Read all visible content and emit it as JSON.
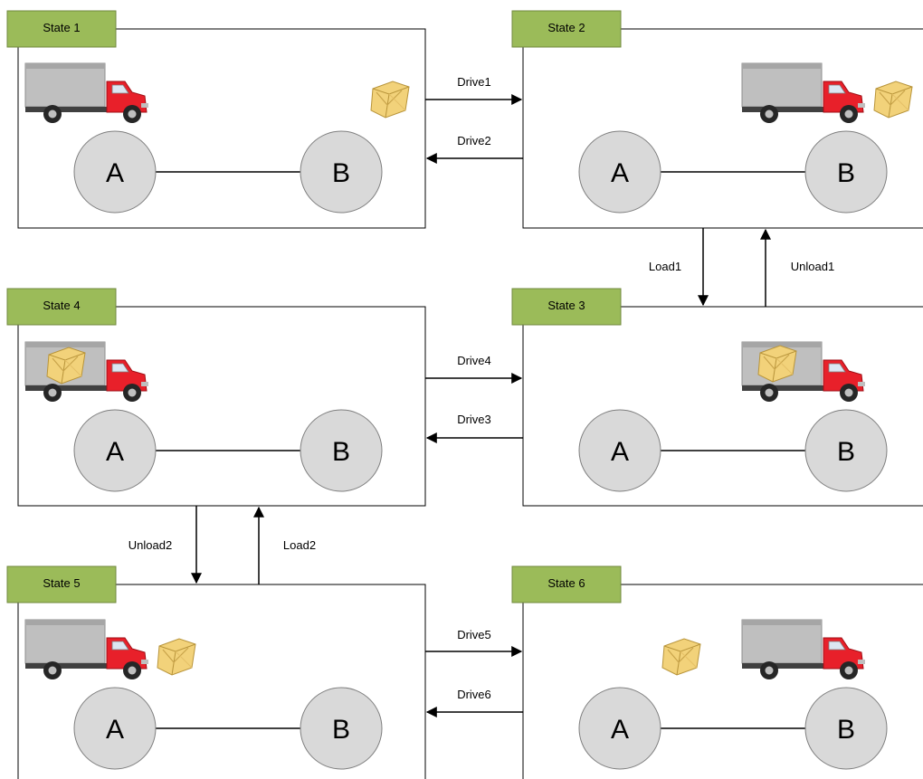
{
  "colors": {
    "tab_fill": "#9BBB59",
    "tab_stroke": "#71893F",
    "node_fill": "#D9D9D9",
    "node_stroke": "#7F7F7F",
    "truck_cab": "#E8202A",
    "truck_box": "#BFBFBF",
    "package": "#F2D27A"
  },
  "states": [
    {
      "label": "State 1",
      "node_a": "A",
      "node_b": "B",
      "truck": "truck-icon",
      "package": "package-icon"
    },
    {
      "label": "State 2",
      "node_a": "A",
      "node_b": "B",
      "truck": "truck-icon",
      "package": "package-icon"
    },
    {
      "label": "State 3",
      "node_a": "A",
      "node_b": "B",
      "truck": "truck-icon",
      "package": "package-icon"
    },
    {
      "label": "State 4",
      "node_a": "A",
      "node_b": "B",
      "truck": "truck-icon",
      "package": "package-icon"
    },
    {
      "label": "State 5",
      "node_a": "A",
      "node_b": "B",
      "truck": "truck-icon",
      "package": "package-icon"
    },
    {
      "label": "State 6",
      "node_a": "A",
      "node_b": "B",
      "truck": "truck-icon",
      "package": "package-icon"
    }
  ],
  "transitions": {
    "drive1": "Drive1",
    "drive2": "Drive2",
    "drive3": "Drive3",
    "drive4": "Drive4",
    "drive5": "Drive5",
    "drive6": "Drive6",
    "load1": "Load1",
    "unload1": "Unload1",
    "load2": "Load2",
    "unload2": "Unload2"
  }
}
